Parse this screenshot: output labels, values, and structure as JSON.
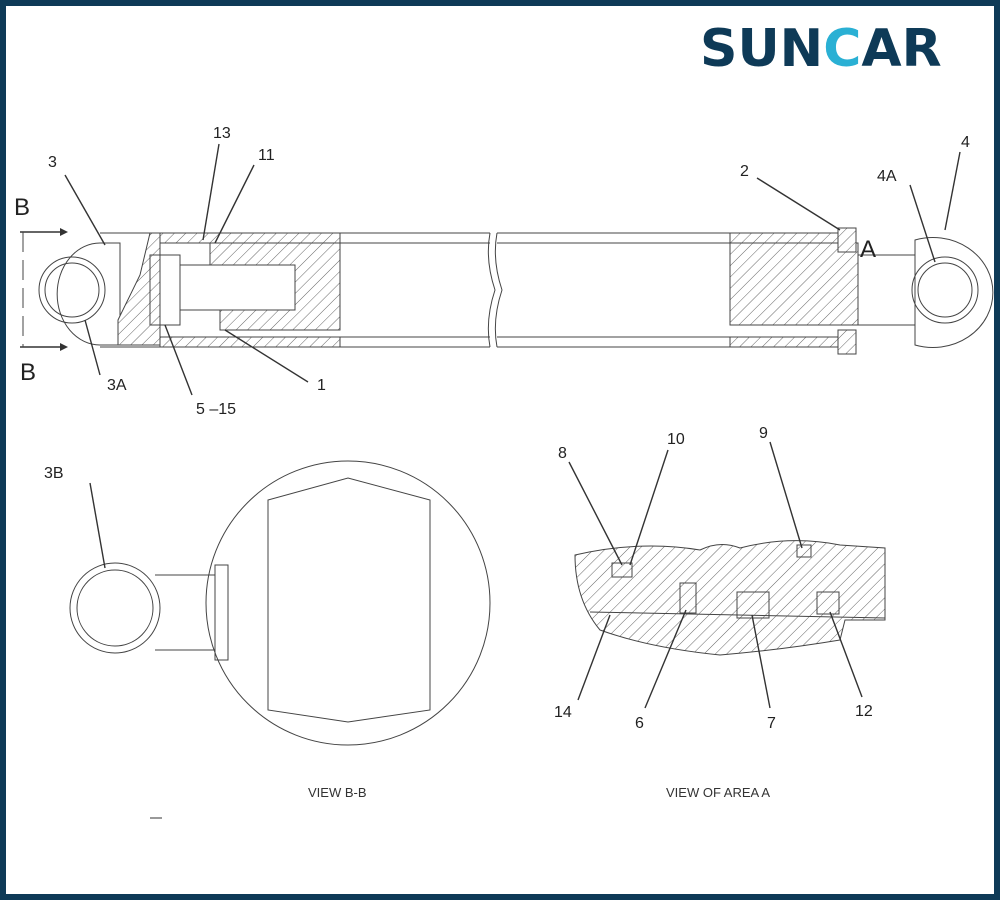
{
  "logo": {
    "text": "SUNCAR",
    "part1": "SUN",
    "part2": "C",
    "part3": "AR",
    "color_primary": "#0e3a57",
    "color_accent": "#2ab0d4"
  },
  "main_view": {
    "labels": {
      "l13": "13",
      "l11": "11",
      "l3": "3",
      "l2": "2",
      "l4A": "4A",
      "l4": "4",
      "lA": "A",
      "lB_top": "B",
      "lB_bottom": "B",
      "l3A": "3A",
      "l5_15": "5 –15",
      "l1": "1"
    }
  },
  "view_bb": {
    "caption": "VIEW B-B",
    "labels": {
      "l3B": "3B"
    }
  },
  "view_a": {
    "caption": "VIEW OF AREA A",
    "labels": {
      "l8": "8",
      "l10": "10",
      "l9": "9",
      "l14": "14",
      "l6": "6",
      "l7": "7",
      "l12": "12"
    }
  }
}
